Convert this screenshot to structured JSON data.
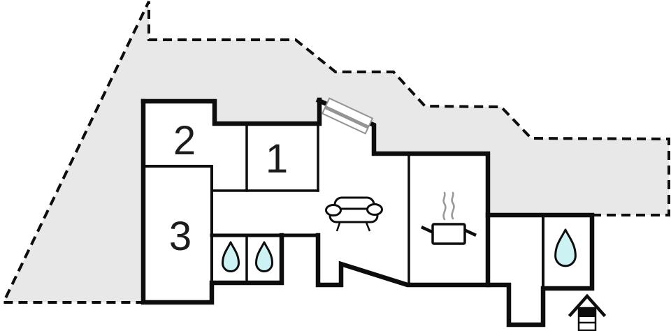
{
  "floorplan": {
    "rooms": [
      {
        "id": "room-1",
        "label": "1"
      },
      {
        "id": "room-2",
        "label": "2"
      },
      {
        "id": "room-3",
        "label": "3"
      }
    ],
    "icons": [
      {
        "name": "sofa-icon",
        "meaning": "sofa in living room"
      },
      {
        "name": "cooking-pot-icon",
        "meaning": "kitchen / stove with steam"
      },
      {
        "name": "water-drop-icon",
        "meaning": "shower / bathroom (3 drops total)"
      },
      {
        "name": "skylight-icon",
        "meaning": "roof window on angled wall"
      },
      {
        "name": "well-icon",
        "meaning": "well / outdoor water point"
      }
    ],
    "colors": {
      "lot_fill": "#e8e8e8",
      "wall": "#0d0d0d",
      "drop_fill": "#cdf2f4",
      "skylight_gray": "#949494",
      "steam_gray": "#999999"
    },
    "boundary_style": "dashed"
  }
}
